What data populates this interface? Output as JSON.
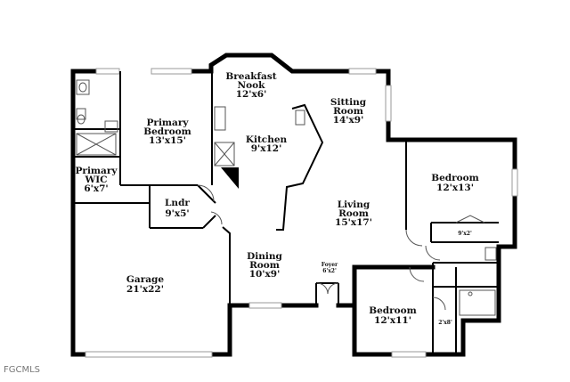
{
  "rooms": {
    "breakfast_nook": {
      "name_line1": "Breakfast",
      "name_line2": "Nook",
      "dims": "12'x6'"
    },
    "sitting_room": {
      "name_line1": "Sitting",
      "name_line2": "Room",
      "dims": "14'x9'"
    },
    "primary_bedroom": {
      "name_line1": "Primary",
      "name_line2": "Bedroom",
      "dims": "13'x15'"
    },
    "kitchen": {
      "name": "Kitchen",
      "dims": "9'x12'"
    },
    "primary_wic": {
      "name_line1": "Primary",
      "name_line2": "WIC",
      "dims": "6'x7'"
    },
    "laundry": {
      "name": "Lndr",
      "dims": "9'x5'"
    },
    "bedroom_ne": {
      "name": "Bedroom",
      "dims": "12'x13'"
    },
    "living_room": {
      "name_line1": "Living",
      "name_line2": "Room",
      "dims": "15'x17'"
    },
    "closet_9x2": {
      "dims": "9'x2'"
    },
    "garage": {
      "name": "Garage",
      "dims": "21'x22'"
    },
    "dining_room": {
      "name_line1": "Dining",
      "name_line2": "Room",
      "dims": "10'x9'"
    },
    "foyer": {
      "name": "Foyer",
      "dims": "6'x2'"
    },
    "bedroom_se": {
      "name": "Bedroom",
      "dims": "12'x11'"
    },
    "closet_2x8": {
      "dims": "2'x8'"
    }
  },
  "watermark": "FGCMLS"
}
